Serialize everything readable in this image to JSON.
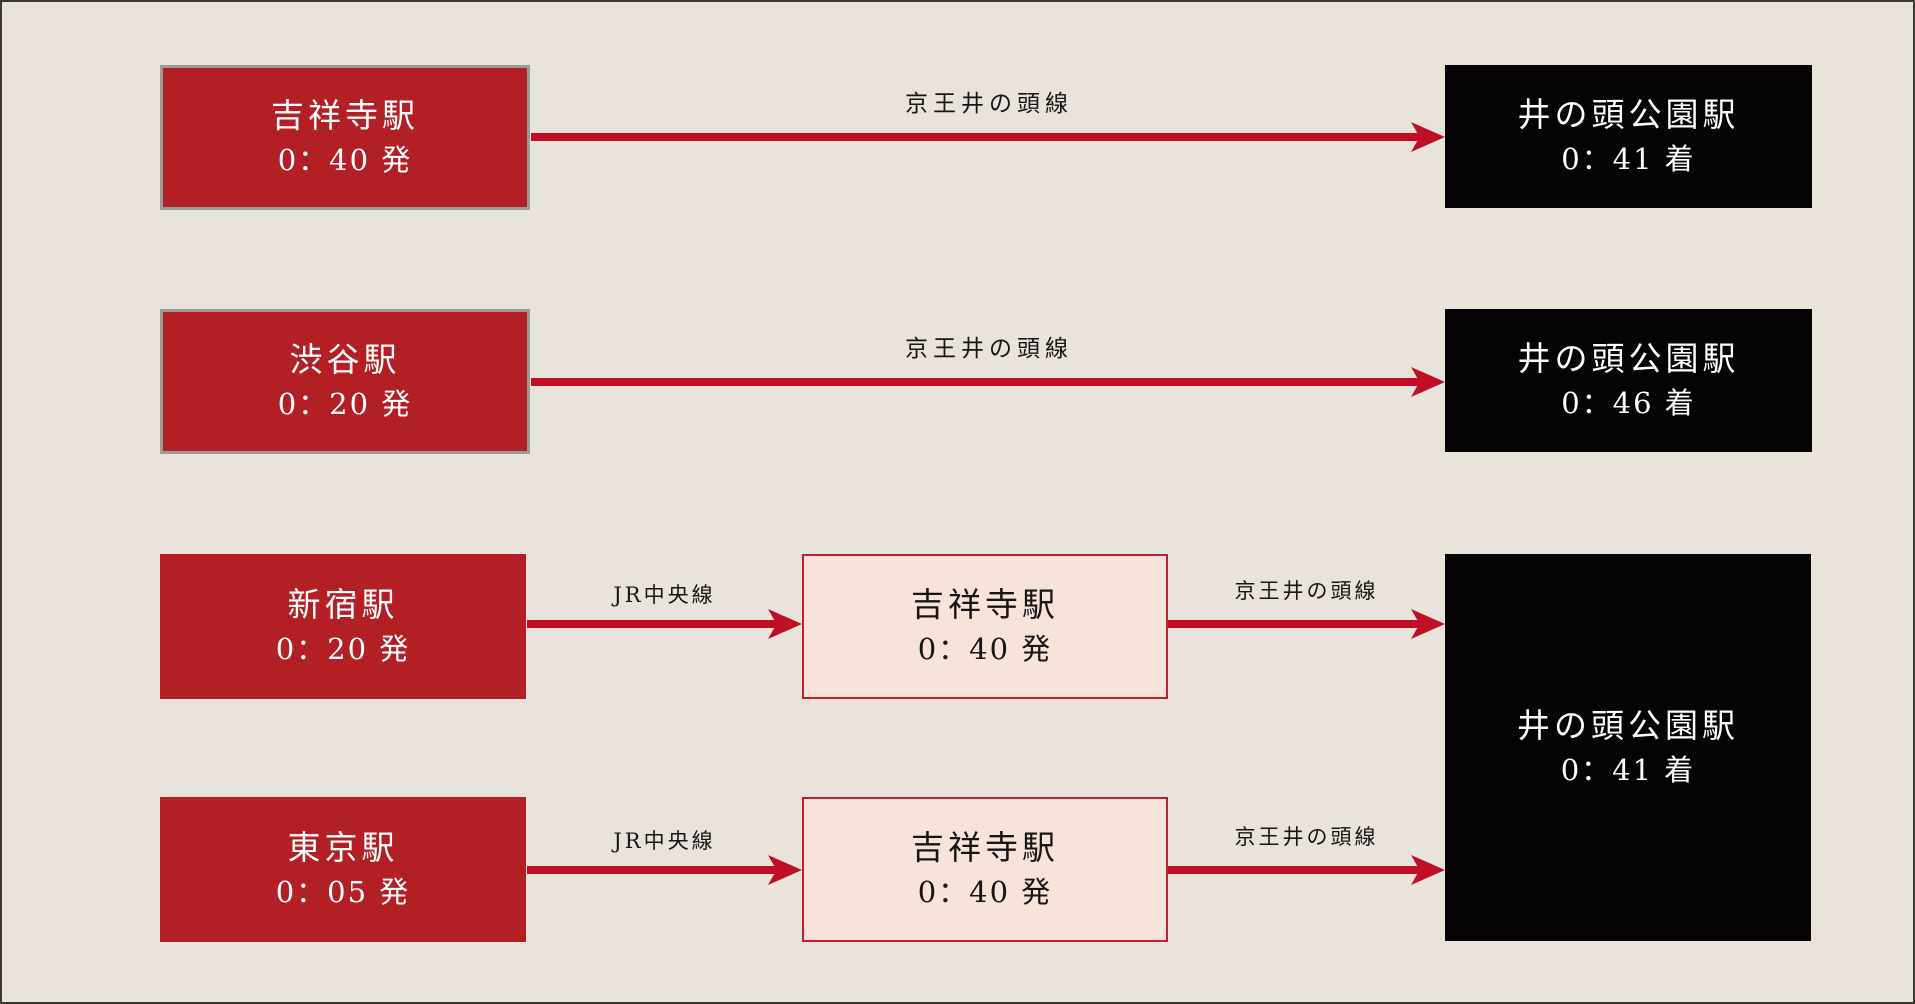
{
  "diagram_title": "route-diagram-to-inokashira-park",
  "colors": {
    "background": "#EAE3DB",
    "canvas_border": "#3C3832",
    "departure_box": "#B21F25",
    "departure_box_border": "#9B9B97",
    "arrival_box": "#050303",
    "transfer_box_fill": "#F8E3DA",
    "transfer_box_border": "#C1202C",
    "arrow": "#C00E26",
    "text_light": "#FFFFFF",
    "text_dark": "#161616"
  },
  "routes": [
    {
      "from": {
        "station": "吉祥寺駅",
        "time": "0：40 発"
      },
      "line1": "京王井の頭線",
      "to": {
        "station": "井の頭公園駅",
        "time": "0：41 着"
      }
    },
    {
      "from": {
        "station": "渋谷駅",
        "time": "0：20 発"
      },
      "line1": "京王井の頭線",
      "to": {
        "station": "井の頭公園駅",
        "time": "0：46 着"
      }
    },
    {
      "from": {
        "station": "新宿駅",
        "time": "0：20 発"
      },
      "line1": "JR中央線",
      "via": {
        "station": "吉祥寺駅",
        "time": "0：40 発"
      },
      "line2": "京王井の頭線"
    },
    {
      "from": {
        "station": "東京駅",
        "time": "0：05 発"
      },
      "line1": "JR中央線",
      "via": {
        "station": "吉祥寺駅",
        "time": "0：40 発"
      },
      "line2": "京王井の頭線"
    }
  ],
  "shared_destination": {
    "station": "井の頭公園駅",
    "time": "0：41 着"
  }
}
